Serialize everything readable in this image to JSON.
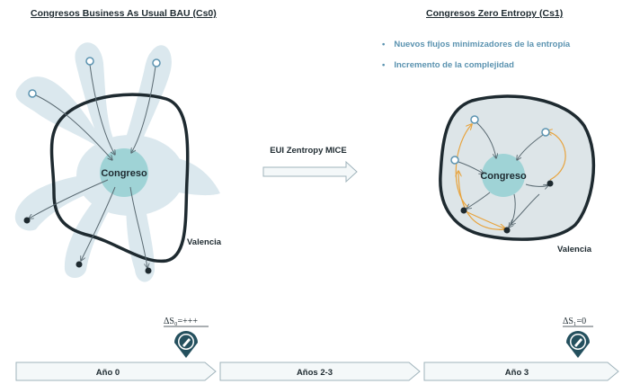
{
  "titles": {
    "left": "Congresos Business As Usual BAU (Cs0)",
    "right": "Congresos Zero Entropy (Cs1)"
  },
  "bullets": [
    "Nuevos flujos minimizadores de la entropía",
    "Incremento de la complejidad"
  ],
  "left_diagram": {
    "center_label": "Congreso",
    "city_label": "Valencia"
  },
  "right_diagram": {
    "center_label": "Congreso",
    "city_label": "Valencia"
  },
  "middle_label": "EUI Zentropy MICE",
  "entropy_left": "ΔS₀=+++",
  "entropy_right": "ΔS₁=0",
  "stages": [
    "Año 0",
    "Años 2-3",
    "Año 3"
  ],
  "colors": {
    "teal": "#9fd3d6",
    "light_flow": "#dbe8ee",
    "dark_region": "#dde5e8",
    "outline": "#1e2a30",
    "accent_blue": "#5b93b0",
    "orange_flow": "#e8a33c",
    "pin": "#24505e"
  },
  "icons": [
    "pencil-pin-icon",
    "pencil-pin-icon"
  ]
}
